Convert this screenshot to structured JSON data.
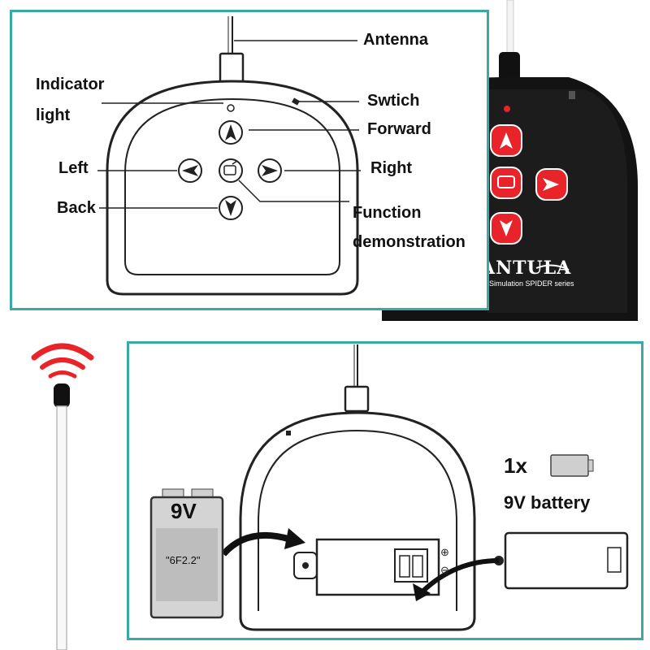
{
  "top_diagram": {
    "labels": {
      "antenna": "Antenna",
      "indicator_light": [
        "Indicator",
        "light"
      ],
      "switch": "Swtich",
      "forward": "Forward",
      "left": "Left",
      "right": "Right",
      "back": "Back",
      "function": [
        "Function",
        "demonstration"
      ]
    }
  },
  "product_photo": {
    "brand_text": "ANTULA",
    "series_text": "Simulation SPIDER series"
  },
  "bottom_diagram": {
    "quantity": "1x",
    "battery_caption": "9V battery",
    "battery_voltage": "9V",
    "battery_model": "\"6F2.2\"",
    "polarity_plus": "⊕",
    "polarity_minus": "⊖"
  },
  "colors": {
    "frame": "#3aa8a4",
    "button_red": "#e8242a",
    "remote_body": "#111111",
    "signal_red": "#e8242a"
  }
}
